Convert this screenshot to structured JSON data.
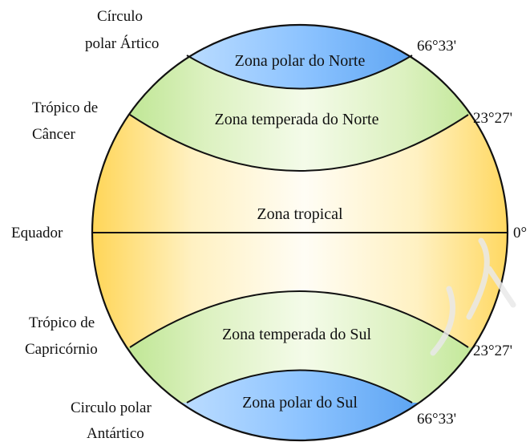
{
  "zones": {
    "north_polar": "Zona polar do Norte",
    "north_temperate": "Zona temperada do Norte",
    "tropical": "Zona tropical",
    "south_temperate": "Zona temperada do Sul",
    "south_polar": "Zona polar do Sul"
  },
  "left_labels": {
    "arctic_line1": "Círculo",
    "arctic_line2": "polar Ártico",
    "cancer_line1": "Trópico de",
    "cancer_line2": "Câncer",
    "equator": "Equador",
    "capricorn_line1": "Trópico de",
    "capricorn_line2": "Capricórnio",
    "antarctic_line1": "Circulo polar",
    "antarctic_line2": "Antártico"
  },
  "right_labels": {
    "arctic_lat": "66°33'",
    "cancer_lat": "23°27'",
    "equator_lat": "0°",
    "capricorn_lat": "23°27'",
    "antarctic_lat": "66°33'"
  },
  "colors": {
    "polar": "#2f86e6",
    "polar_light": "#e6f3ff",
    "temperate": "#aee07a",
    "temperate_light": "#f4fbe9",
    "tropical": "#ffd24a",
    "tropical_light": "#fffdf5"
  }
}
